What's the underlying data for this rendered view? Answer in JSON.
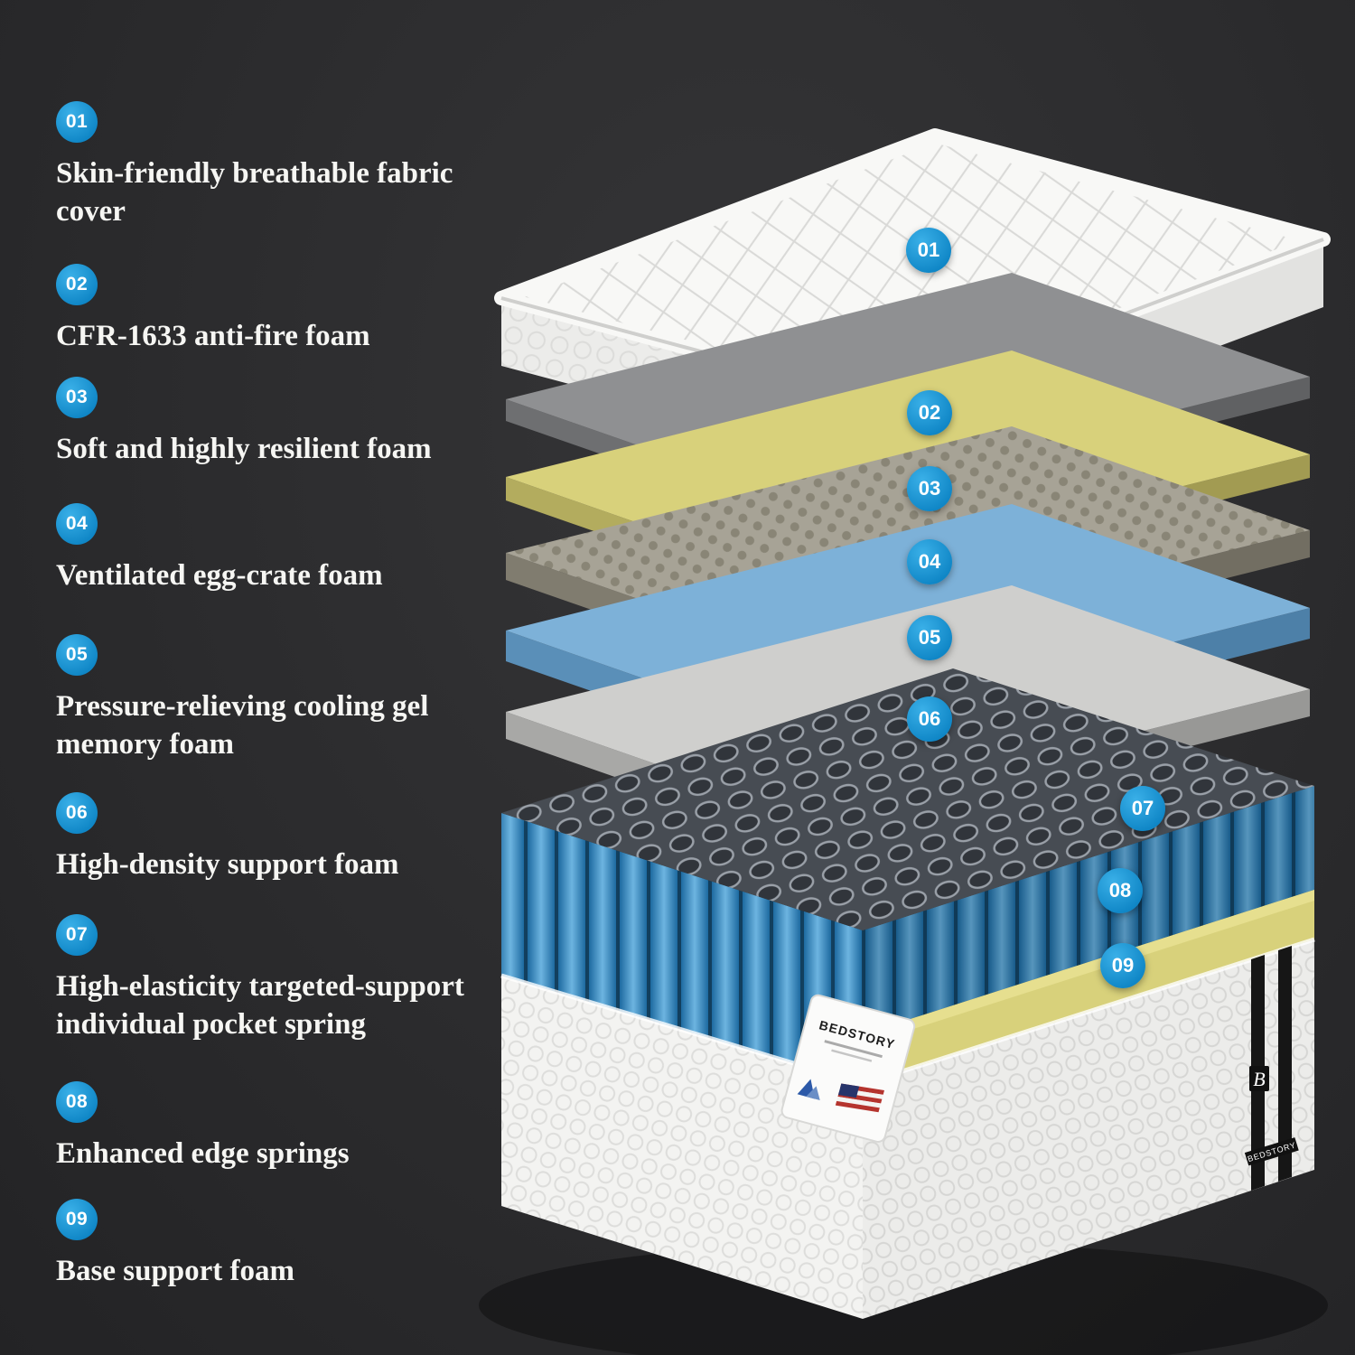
{
  "colors": {
    "background": "#2d2d2f",
    "badge_blue": "#1699d8",
    "text": "#f6f6f3",
    "layer_antifire_gray": "#8f9092",
    "layer_resilient_yellow": "#d8d17b",
    "layer_eggcrate": "#a39f90",
    "layer_gel_blue": "#7db1d8",
    "layer_support_gray": "#cfcfcf",
    "spring_blue": "#2b77ad",
    "base_white": "#f2f2f0"
  },
  "legend": {
    "items": [
      {
        "num": "01",
        "label": "Skin-friendly breathable fabric cover"
      },
      {
        "num": "02",
        "label": "CFR-1633 anti-fire foam"
      },
      {
        "num": "03",
        "label": "Soft and highly resilient foam"
      },
      {
        "num": "04",
        "label": "Ventilated egg-crate foam"
      },
      {
        "num": "05",
        "label": "Pressure-relieving cooling gel memory foam"
      },
      {
        "num": "06",
        "label": "High-density support foam"
      },
      {
        "num": "07",
        "label": "High-elasticity targeted-support individual pocket spring"
      },
      {
        "num": "08",
        "label": "Enhanced edge springs"
      },
      {
        "num": "09",
        "label": "Base support foam"
      }
    ]
  },
  "diagram": {
    "badges": [
      "01",
      "02",
      "03",
      "04",
      "05",
      "06",
      "07",
      "08",
      "09"
    ],
    "brand": {
      "name": "BEDSTORY",
      "monogram": "B",
      "side_label": "BEDSTORY"
    }
  }
}
